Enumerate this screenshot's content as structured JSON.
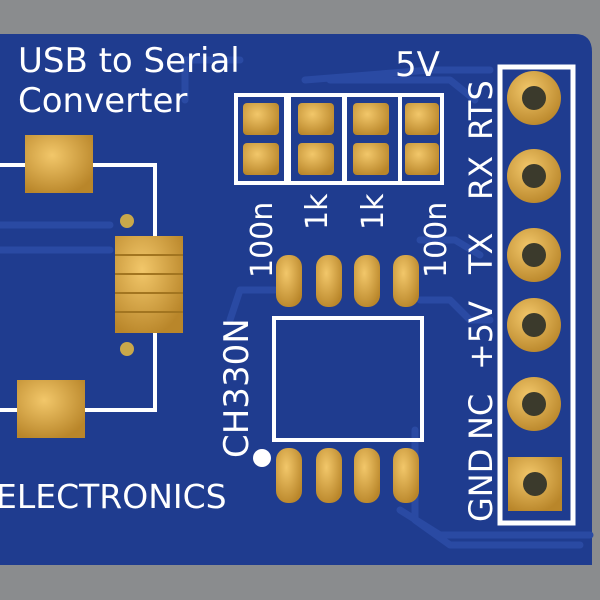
{
  "board": {
    "title_line1": "USB to Serial",
    "title_line2": "Converter",
    "voltage_label": "5V",
    "chip_label": "CH330N",
    "brand_text": "ELECTRONICS",
    "component_labels": [
      "100n",
      "1k",
      "1k",
      "100n"
    ],
    "pin_labels": [
      "RTS",
      "RX",
      "TX",
      "+5V",
      "NC",
      "GND"
    ]
  },
  "colors": {
    "background": "#8a8c8e",
    "board": "#1f3c8f",
    "trace": "#27479d",
    "pad_gold": "#d9a83c",
    "silkscreen": "#ffffff"
  }
}
